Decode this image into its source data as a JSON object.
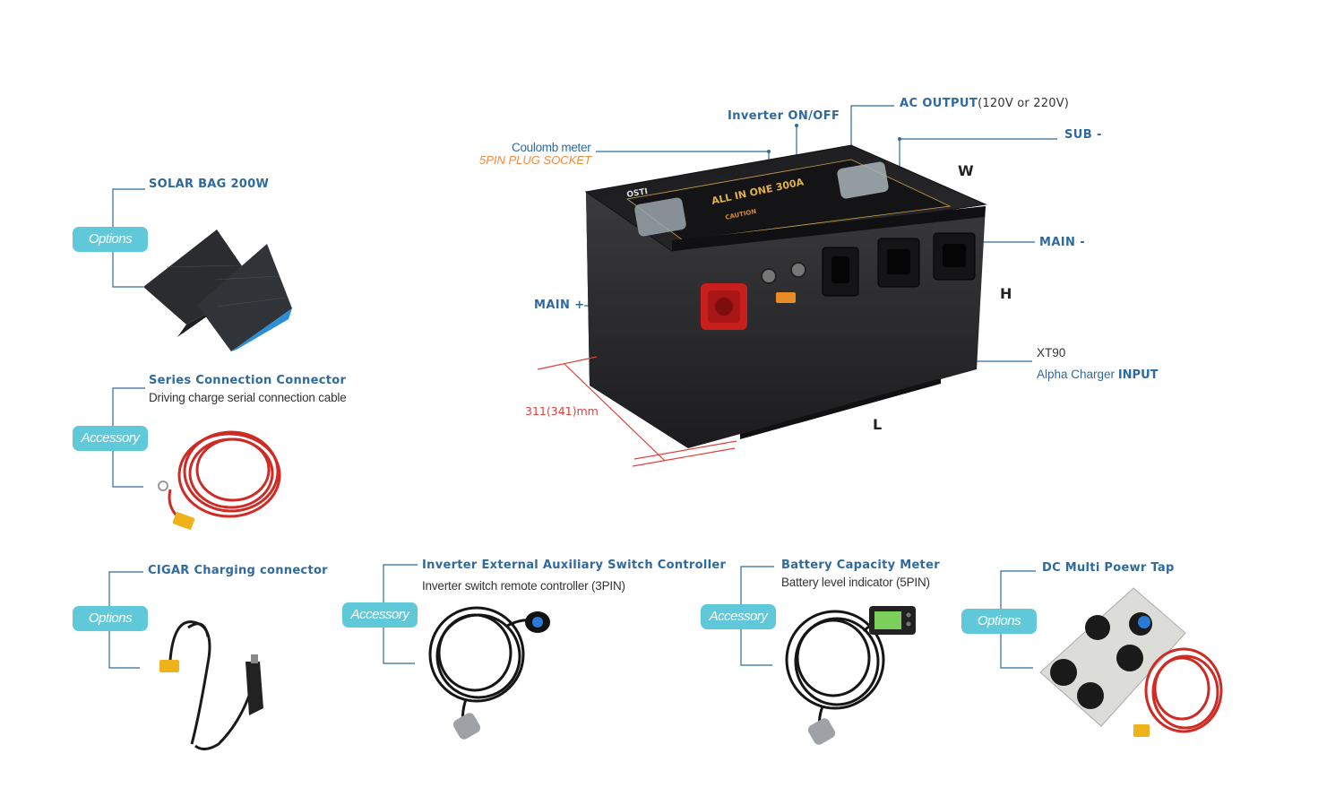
{
  "battery": {
    "labels": {
      "inverter_onoff": "Inverter ON/OFF",
      "ac_output": "AC OUTPUT",
      "ac_output_voltage": "(120V or 220V)",
      "sub_minus": "SUB -",
      "coulomb_meter": "Coulomb meter",
      "coulomb_socket": "5PIN PLUG SOCKET",
      "main_minus": "MAIN -",
      "main_plus": "MAIN +",
      "xt90": "XT90",
      "alpha_charger": "Alpha Charger",
      "alpha_input": "INPUT",
      "dim_w": "W",
      "dim_h": "H",
      "dim_l": "L",
      "dim_depth": "311(341)mm"
    },
    "panel_text": {
      "brand": "OSTI",
      "model": "ALL IN ONE 300A",
      "caution": "CAUTION"
    }
  },
  "products": [
    {
      "tag": "Options",
      "title": "SOLAR BAG 200W",
      "subtitle": ""
    },
    {
      "tag": "Accessory",
      "title": "Series Connection Connector",
      "subtitle": "Driving charge serial connection cable"
    },
    {
      "tag": "Options",
      "title": "CIGAR Charging connector",
      "subtitle": ""
    },
    {
      "tag": "Accessory",
      "title": "Inverter External Auxiliary Switch Controller",
      "subtitle": "Inverter switch remote controller (3PIN)"
    },
    {
      "tag": "Accessory",
      "title": "Battery Capacity Meter",
      "subtitle": "Battery level indicator (5PIN)"
    },
    {
      "tag": "Options",
      "title": "DC Multi Poewr Tap",
      "subtitle": ""
    }
  ],
  "colors": {
    "title_blue": "#2f6a9f",
    "pill_cyan": "#5fc9d9",
    "socket_orange": "#f08a3c",
    "dimension_red": "#e0403a"
  }
}
